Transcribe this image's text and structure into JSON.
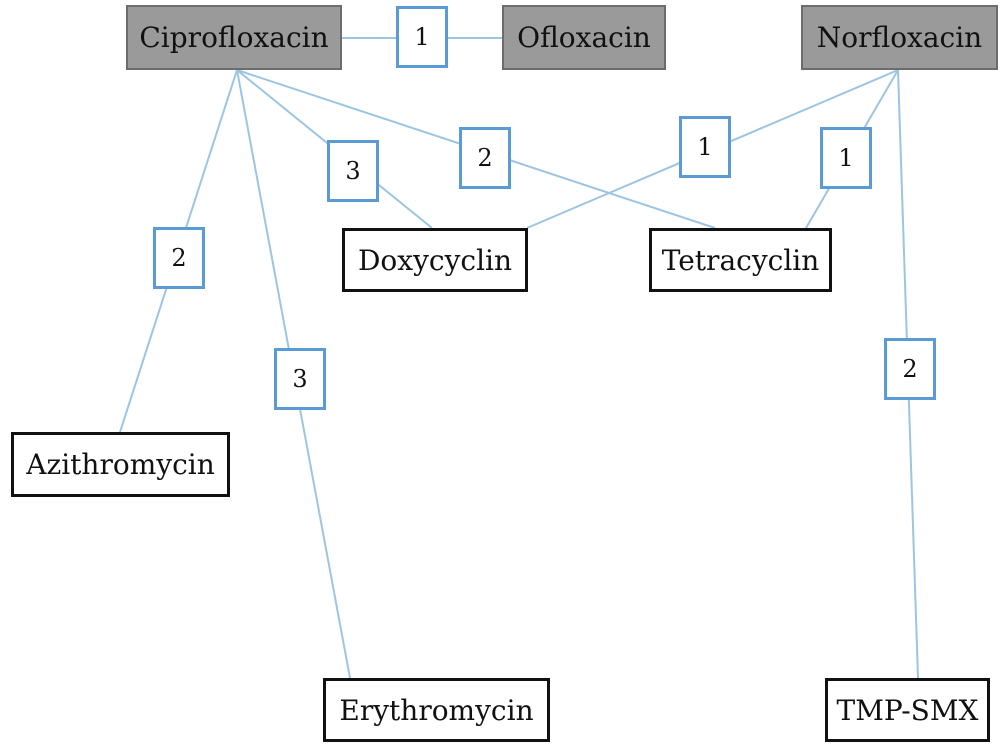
{
  "nodes": {
    "ciprofloxacin": "Ciprofloxacin",
    "ofloxacin": "Ofloxacin",
    "norfloxacin": "Norfloxacin",
    "doxycyclin": "Doxycyclin",
    "tetracyclin": "Tetracyclin",
    "azithromycin": "Azithromycin",
    "erythromycin": "Erythromycin",
    "tmp_smx": "TMP-SMX"
  },
  "edges": {
    "cipro_oflox": "1",
    "cipro_doxy": "3",
    "cipro_tetra": "2",
    "cipro_azithro": "2",
    "cipro_erythro": "3",
    "norflox_doxy": "1",
    "norflox_tetra": "1",
    "norflox_tmpsmx": "2"
  },
  "colors": {
    "edge_line": "#9cc5e3",
    "weight_border": "#5b9bd5",
    "source_node_fill": "#9a9a9a",
    "target_node_border": "#111111"
  }
}
